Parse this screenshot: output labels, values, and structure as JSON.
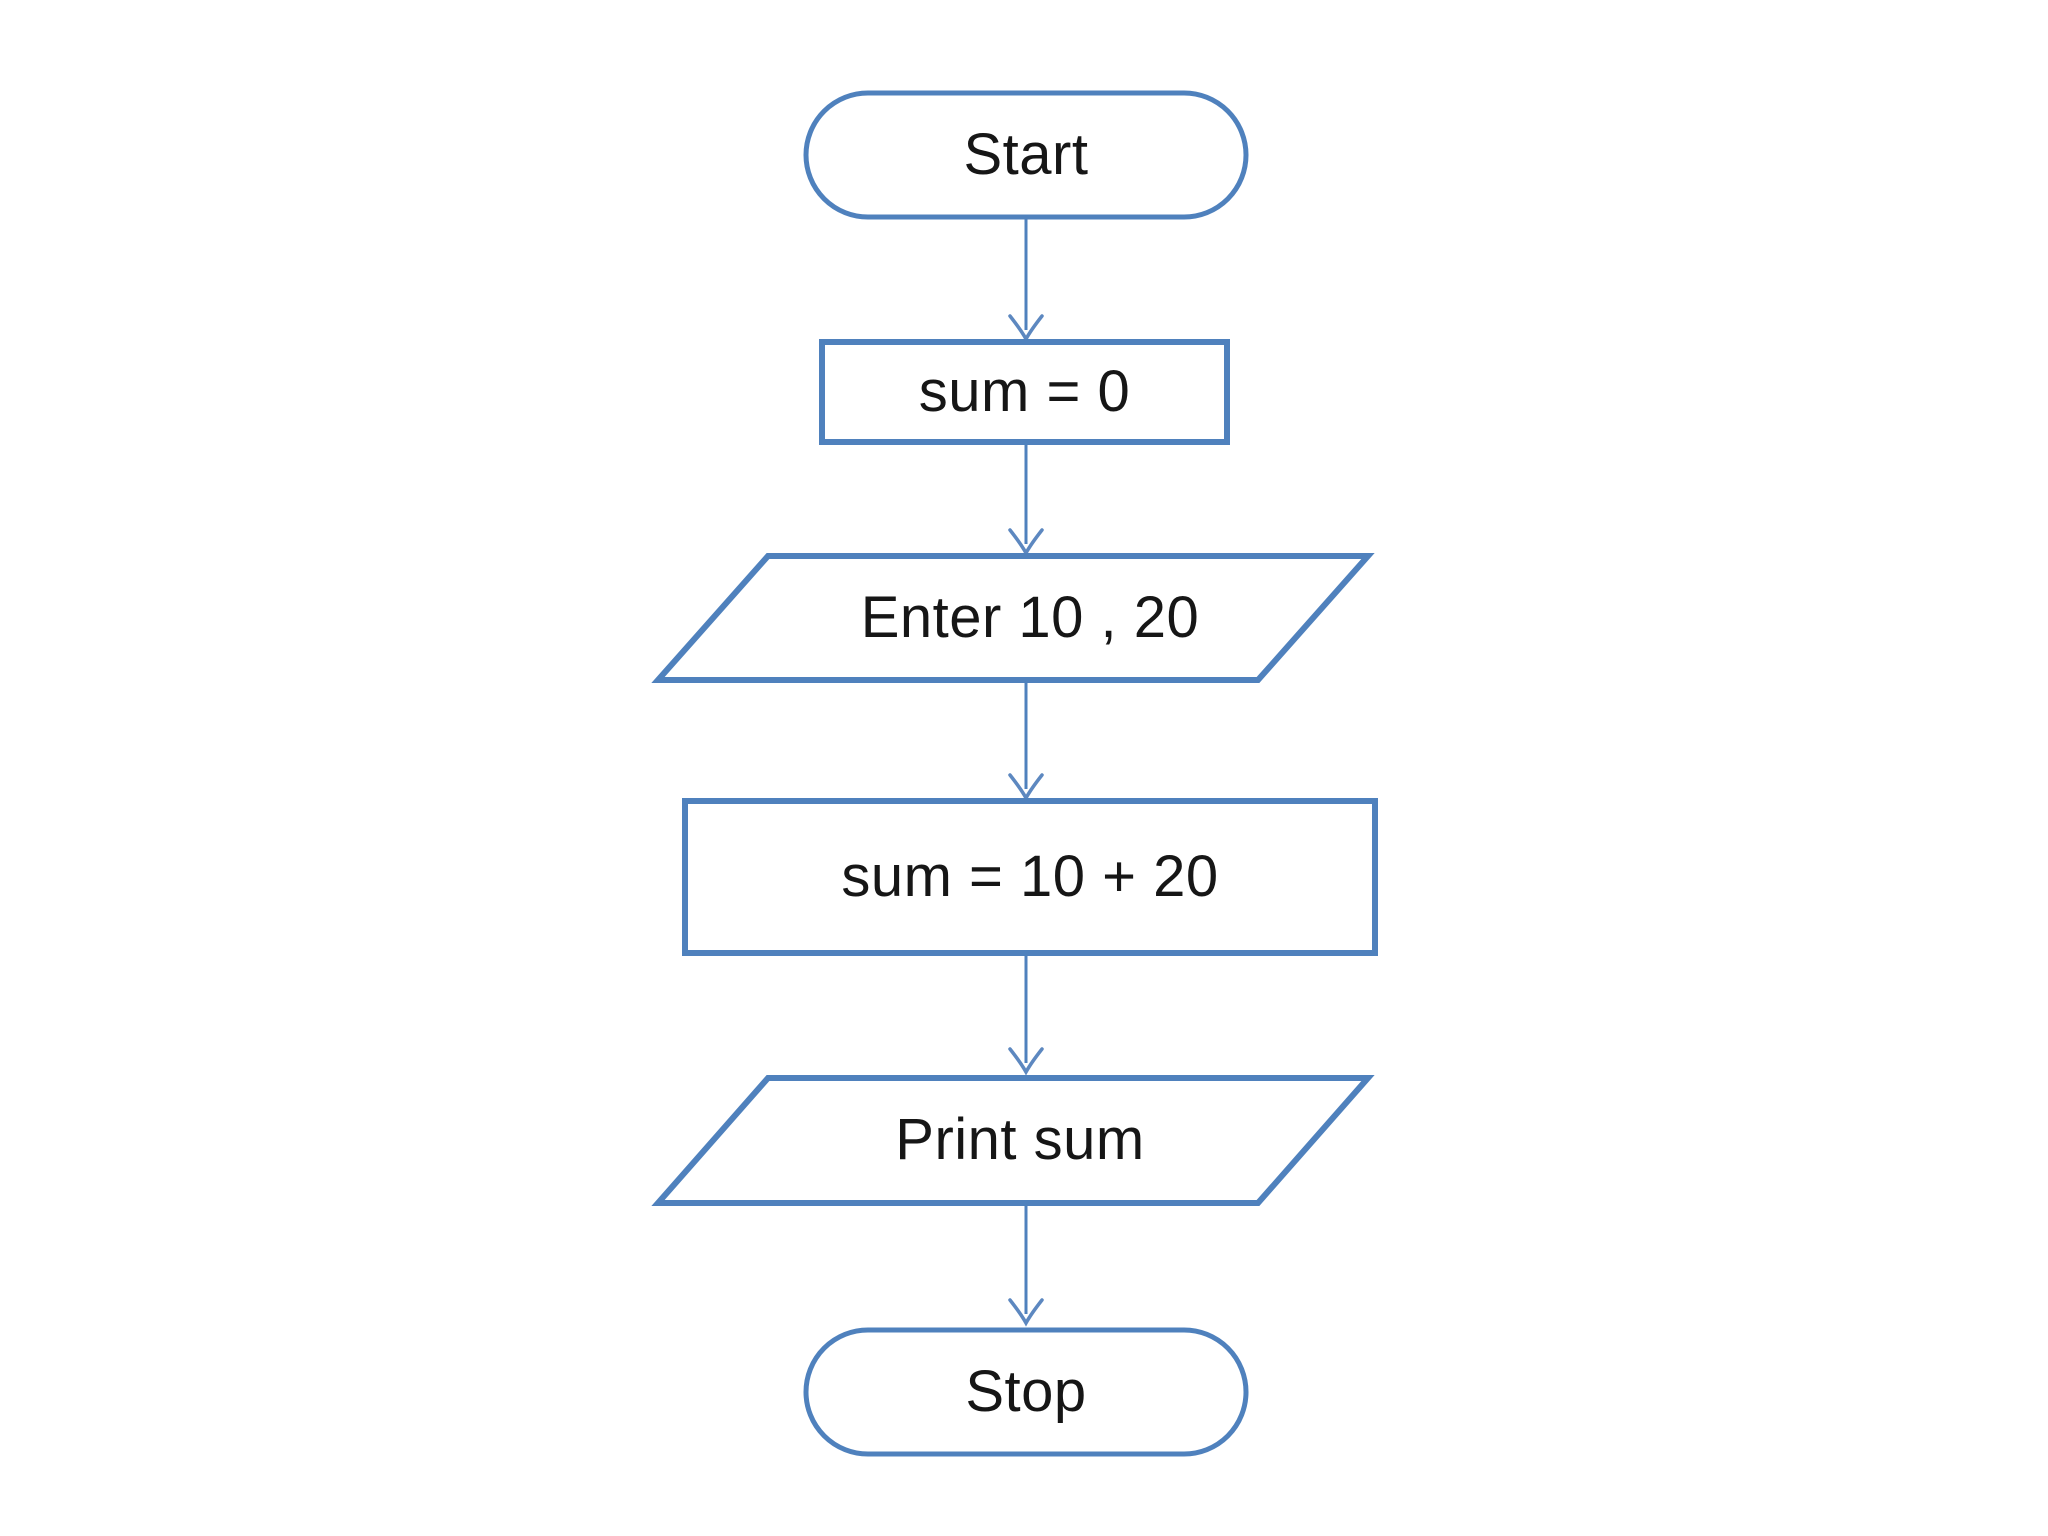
{
  "diagram": {
    "type": "flowchart",
    "background_color": "#ffffff",
    "stroke_color": "#4f81bd",
    "arrow_color": "#5d88c0",
    "text_color": "#161616",
    "nodes": [
      {
        "id": "start",
        "shape": "terminator",
        "label": "Start"
      },
      {
        "id": "init",
        "shape": "process",
        "label": "sum = 0"
      },
      {
        "id": "input",
        "shape": "input-output",
        "label": "Enter 10 , 20"
      },
      {
        "id": "compute",
        "shape": "process",
        "label": "sum = 10 + 20"
      },
      {
        "id": "output",
        "shape": "input-output",
        "label": "Print sum"
      },
      {
        "id": "stop",
        "shape": "terminator",
        "label": "Stop"
      }
    ],
    "edges": [
      {
        "from": "start",
        "to": "init"
      },
      {
        "from": "init",
        "to": "input"
      },
      {
        "from": "input",
        "to": "compute"
      },
      {
        "from": "compute",
        "to": "output"
      },
      {
        "from": "output",
        "to": "stop"
      }
    ]
  }
}
